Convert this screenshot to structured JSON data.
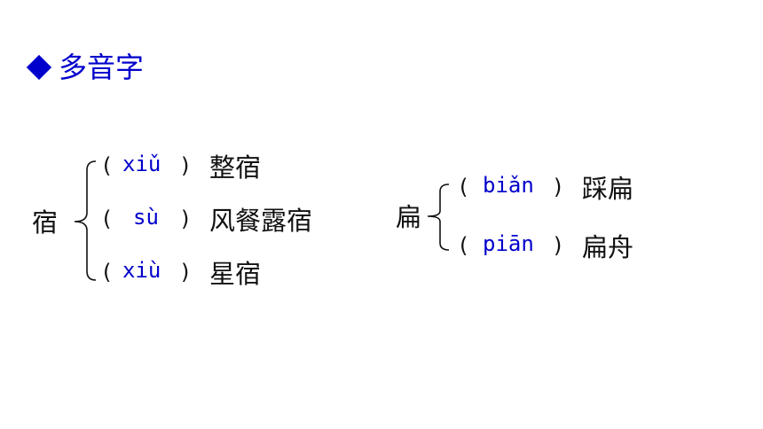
{
  "title": "◆多音字",
  "title_text": "多音字",
  "colors": {
    "accent": "#0000cc",
    "text": "#111111",
    "background": "#ffffff"
  },
  "groups": [
    {
      "char": "宿",
      "readings": [
        {
          "open": "(",
          "pinyin": "xiǔ",
          "close": ")",
          "word": "整宿"
        },
        {
          "open": "(",
          "pinyin": "sù",
          "close": ")",
          "word": "风餐露宿"
        },
        {
          "open": "(",
          "pinyin": "xiù",
          "close": ")",
          "word": "星宿"
        }
      ]
    },
    {
      "char": "扁",
      "readings": [
        {
          "open": "(",
          "pinyin": "biǎn",
          "close": ")",
          "word": "踩扁"
        },
        {
          "open": "(",
          "pinyin": "piān",
          "close": ")",
          "word": "扁舟"
        }
      ]
    }
  ]
}
